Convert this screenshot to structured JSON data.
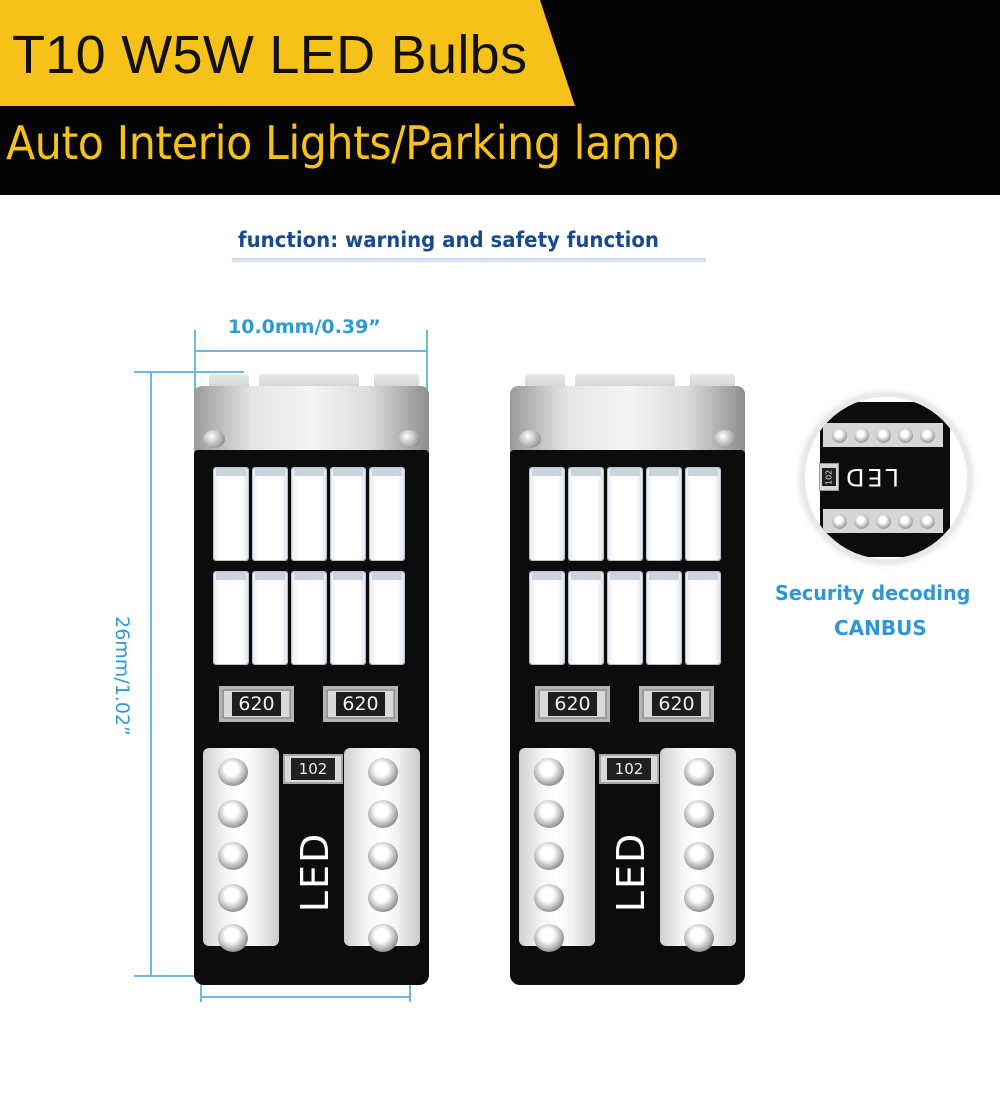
{
  "header": {
    "title": "T10 W5W LED Bulbs",
    "subtitle": "Auto Interio Lights/Parking lamp"
  },
  "function_caption": "function: warning and safety function",
  "dimensions": {
    "width_label": "10.0mm/0.39”",
    "height_label": "26mm/1.02”"
  },
  "bulb": {
    "resistor_label": "620",
    "chip_label": "102",
    "board_text": "LED"
  },
  "zoom": {
    "chip_label": "102",
    "board_text": "LED"
  },
  "feature": {
    "line1": "Security decoding",
    "line2": "CANBUS"
  },
  "colors": {
    "banner_yellow": "#f6c21a",
    "banner_black": "#050505",
    "dimension_blue": "#2b9ad9",
    "caption_navy": "#1a4a8c"
  }
}
